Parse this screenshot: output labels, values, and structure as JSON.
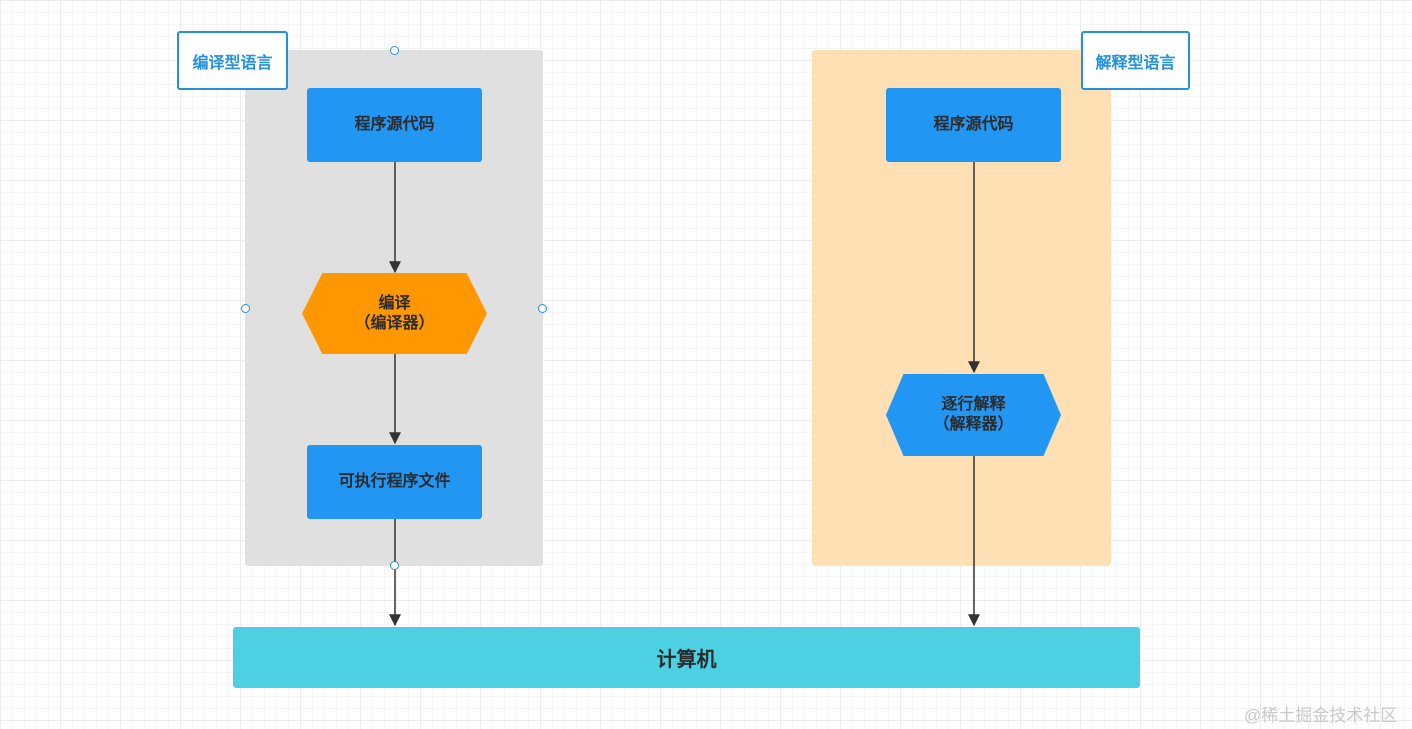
{
  "compiled": {
    "tag": "编译型语言",
    "source_node": "程序源代码",
    "compile_node": {
      "line1": "编译",
      "line2": "（编译器）"
    },
    "executable_node": "可执行程序文件"
  },
  "interpreted": {
    "tag": "解释型语言",
    "source_node": "程序源代码",
    "interpret_node": {
      "line1": "逐行解释",
      "line2": "（解释器）"
    }
  },
  "computer_node": "计算机",
  "watermark": "@稀土掘金技术社区",
  "colors": {
    "compiled_group_bg": "#e0e0e0",
    "interpreted_group_bg": "#ffe0b5",
    "node_blue": "#2196f3",
    "compile_node_orange": "#ff9800",
    "computer_cyan": "#4dd0e1",
    "tag_border": "#2591d9",
    "arrow": "#333333"
  }
}
